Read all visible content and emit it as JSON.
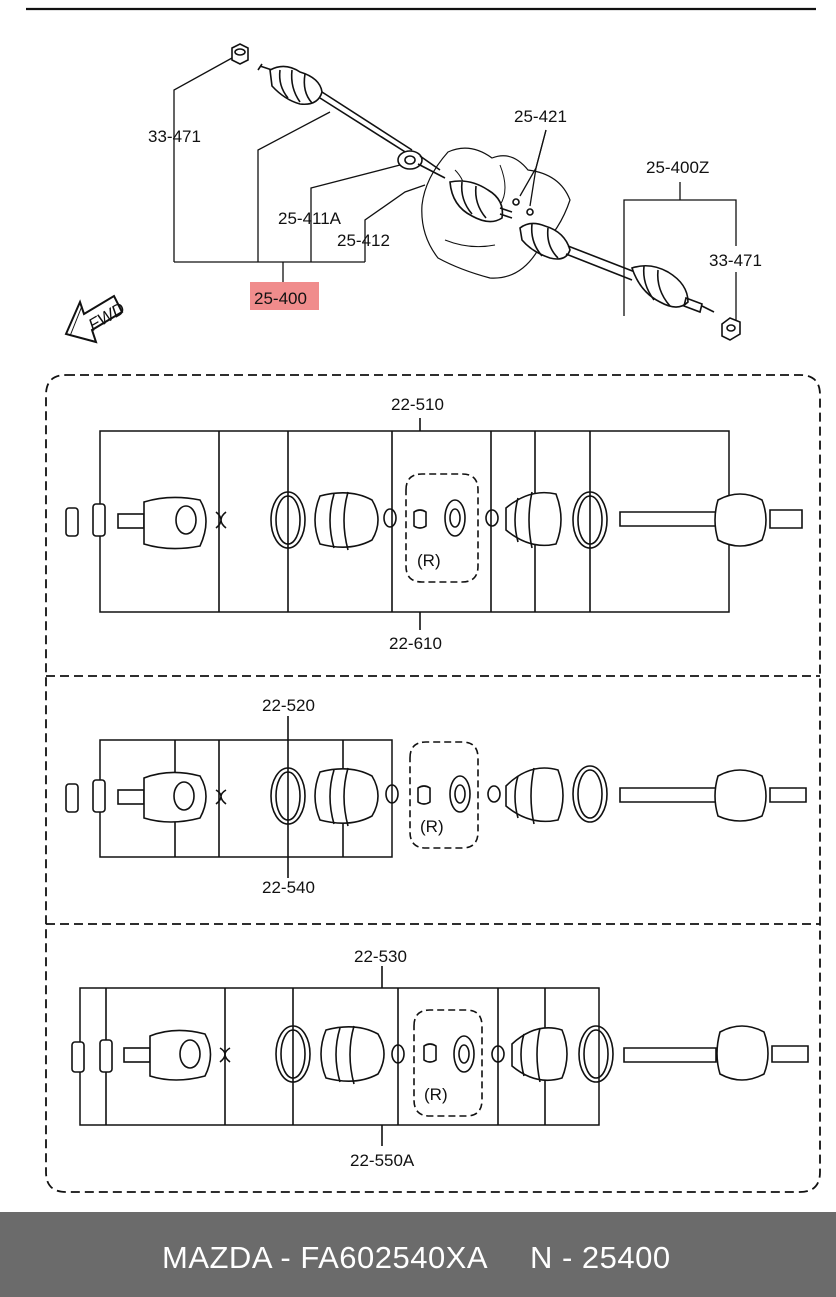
{
  "diagram": {
    "top_labels": {
      "l33471a": "33-471",
      "l25421": "25-421",
      "l25400z": "25-400Z",
      "l25411a": "25-411A",
      "l25412": "25-412",
      "l33471b": "33-471",
      "l25400": "25-400"
    },
    "fwd_label": "FWD",
    "highlight_color": "#f08c8c",
    "panel1": {
      "top": "22-510",
      "bottom": "22-610",
      "r": "(R)"
    },
    "panel2": {
      "top": "22-520",
      "bottom": "22-540",
      "r": "(R)"
    },
    "panel3": {
      "top": "22-530",
      "bottom": "22-550A",
      "r": "(R)"
    }
  },
  "footer": {
    "left": "MAZDA - FA602540XA",
    "right": "N - 25400",
    "bg_color": "#6b6b6b"
  }
}
